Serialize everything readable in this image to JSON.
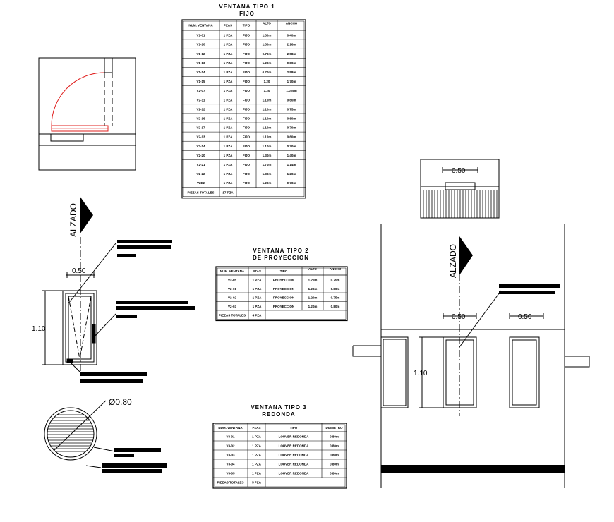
{
  "table1": {
    "title": "VENTANA TIPO 1",
    "subtitle": "FIJO",
    "headers": [
      "NUM. VENTANA",
      "PZAS",
      "TIPO",
      "ALTO LIBRE",
      "ANCHO LIBRE"
    ],
    "rows": [
      [
        "V1-01",
        "1 PZA",
        "FIJO",
        "1.30m",
        "0.40m"
      ],
      [
        "V1-10",
        "1 PZA",
        "FIJO",
        "1.30m",
        "2.16m"
      ],
      [
        "V1-12",
        "1 PZA",
        "FIJO",
        "0.70m",
        "2.58m"
      ],
      [
        "V1-13",
        "1 PZA",
        "FIJO",
        "1.20m",
        "0.80m"
      ],
      [
        "V1-14",
        "1 PZA",
        "FIJO",
        "0.70m",
        "2.58m"
      ],
      [
        "V1-15",
        "1 PZA",
        "FIJO",
        "1.20",
        "1.70m"
      ],
      [
        "V2-07",
        "1 PZA",
        "FIJO",
        "1.20",
        "1.025m"
      ],
      [
        "V2-11",
        "1 PZA",
        "FIJO",
        "1.10m",
        "0.60m"
      ],
      [
        "V2-12",
        "1 PZA",
        "FIJO",
        "1.10m",
        "0.75m"
      ],
      [
        "V2-16",
        "1 PZA",
        "FIJO",
        "1.10m",
        "0.60m"
      ],
      [
        "V2-17",
        "1 PZA",
        "FIJO",
        "1.10m",
        "0.70m"
      ],
      [
        "V2-13",
        "1 PZA",
        "FIJO",
        "1.10m",
        "0.60m"
      ],
      [
        "V2-14",
        "1 PZA",
        "FIJO",
        "1.10m",
        "0.70m"
      ],
      [
        "V2-20",
        "1 PZA",
        "FIJO",
        "1.30m",
        "1.40m"
      ],
      [
        "V2-21",
        "1 PZA",
        "FIJO",
        "1.70m",
        "1.14m"
      ],
      [
        "V2-22",
        "1 PZA",
        "FIJO",
        "1.30m",
        "1.20m"
      ],
      [
        "V2E2",
        "1 PZA",
        "FIJO",
        "1.20m",
        "0.70m"
      ]
    ],
    "total_label": "PIEZAS TOTALES",
    "total_value": "17 PZA"
  },
  "table2": {
    "title": "VENTANA TIPO 2",
    "subtitle": "DE PROYECCION",
    "headers": [
      "NUM. VENTANA",
      "PZAS",
      "TIPO",
      "ALTO LIBRE",
      "ANCHO LIBRE"
    ],
    "rows": [
      [
        "V2-05",
        "1 PZA",
        "PROYECCION",
        "1.20m",
        "0.75m"
      ],
      [
        "V2-01",
        "1 PZA",
        "PROYECCION",
        "1.20m",
        "0.80m"
      ],
      [
        "V2-02",
        "1 PZA",
        "PROYECCION",
        "1.20m",
        "0.75m"
      ],
      [
        "V2-03",
        "1 PZA",
        "PROYECCION",
        "1.20m",
        "0.80m"
      ]
    ],
    "total_label": "PIEZAS TOTALES",
    "total_value": "4 PZA"
  },
  "table3": {
    "title": "VENTANA TIPO 3",
    "subtitle": "REDONDA",
    "headers": [
      "NUM. VENTANA",
      "PZAS",
      "TIPO",
      "DIAMETRO"
    ],
    "rows": [
      [
        "V3-01",
        "1 PZA",
        "LOUVER REDONDA",
        "0.80m"
      ],
      [
        "V3-02",
        "1 PZA",
        "LOUVER REDONDA",
        "0.80m"
      ],
      [
        "V3-03",
        "1 PZA",
        "LOUVER REDONDA",
        "0.80m"
      ],
      [
        "V3-04",
        "1 PZA",
        "LOUVER REDONDA",
        "0.80m"
      ],
      [
        "V3-05",
        "1 PZA",
        "LOUVER REDONDA",
        "0.80m"
      ]
    ],
    "total_label": "PIEZAS TOTALES",
    "total_value": "5 PZA"
  },
  "labels": {
    "alzado": "ALZADO",
    "width_050": "0.50",
    "height_110": "1.10",
    "diameter": "Ø0.80"
  },
  "colors": {
    "line": "#000000",
    "door_swing": "#e0201f"
  }
}
